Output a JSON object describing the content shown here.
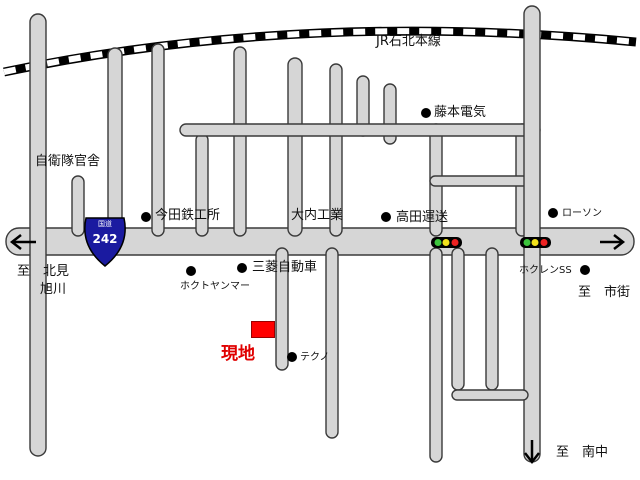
{
  "railway": {
    "label": "JR石北本線"
  },
  "route_shield": {
    "top": "国道",
    "number": "242",
    "color": "#1a1aa0"
  },
  "landmarks": {
    "jieitai": "自衛隊官舎",
    "imada": "今田鉄工所",
    "ouchi": "大内工業",
    "takada": "高田運送",
    "fujimoto": "藤本電気",
    "lawson": "ローソン",
    "hokuto_yanmar": "ホクトヤンマー",
    "mitsubishi": "三菱自動車",
    "tekuno": "テクノ",
    "hokuren": "ホクレンSS"
  },
  "directions": {
    "west_1": "至　北見",
    "west_2": "旭川",
    "east": "至　市街",
    "south": "至　南中"
  },
  "site": {
    "label": "現地",
    "color": "#ff0000"
  },
  "colors": {
    "road_fill": "#d6d6d6",
    "road_stroke": "#3a3a3a",
    "text": "#111111"
  }
}
